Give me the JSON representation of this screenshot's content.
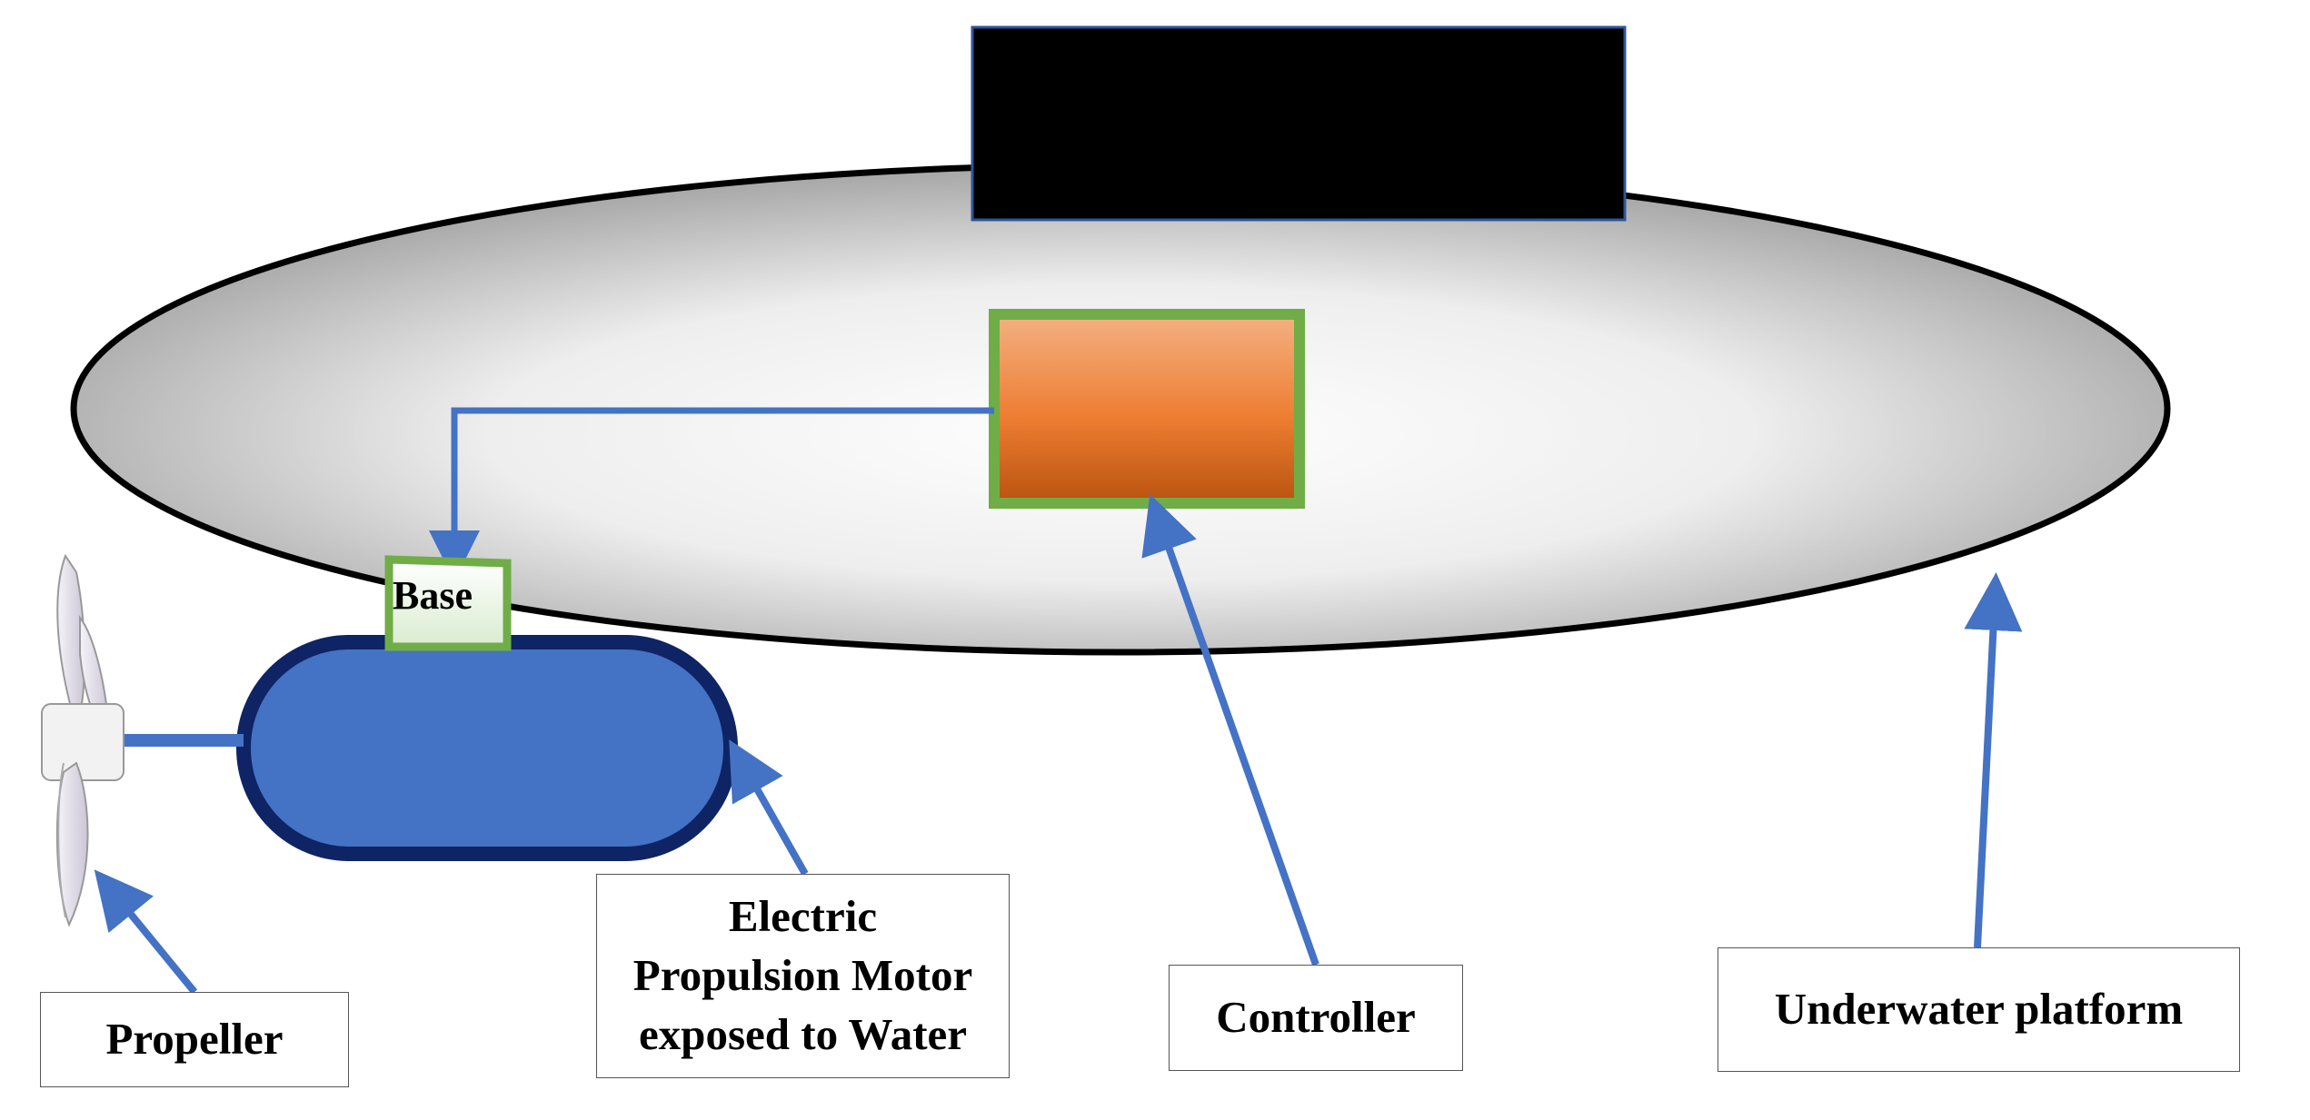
{
  "labels": {
    "base": "Base",
    "propeller": "Propeller",
    "motor_line1": "Electric",
    "motor_line2": "Propulsion Motor",
    "motor_line3": "exposed to Water",
    "controller": "Controller",
    "platform": "Underwater platform"
  },
  "colors": {
    "arrow": "#4472C4",
    "motor_fill": "#4472C4",
    "motor_border": "#0E2464",
    "controller_border": "#70AD47",
    "controller_gradient": [
      "#F4B183",
      "#ED7D31",
      "#B9530F"
    ],
    "base_border": "#70AD47",
    "redaction": "#000000",
    "platform_gradient": [
      "#FFFFFF",
      "#A6A6A6"
    ]
  },
  "icons": {
    "propeller": "propeller-icon"
  }
}
